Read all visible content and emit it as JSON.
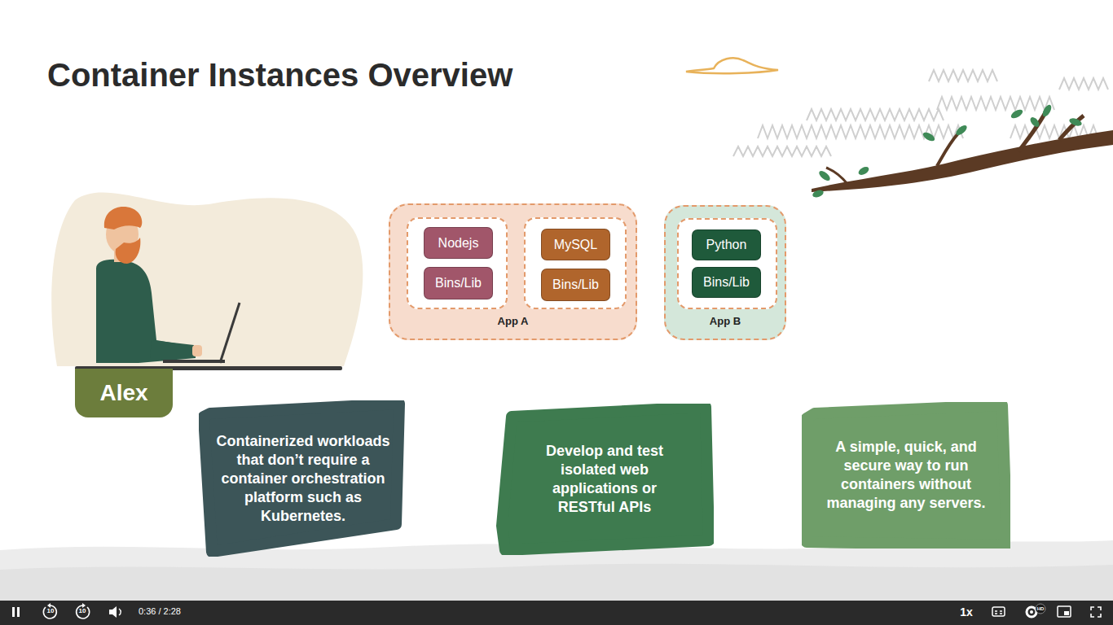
{
  "diagram": {
    "title": "Container Instances Overview",
    "nodes": [
      {
        "text": [
          "App A"
        ]
      },
      {
        "text": [
          "Nodejs"
        ],
        "in": 0
      },
      {
        "text": [
          "Bins/Lib"
        ],
        "in": 0
      },
      {
        "text": [
          "MySQL"
        ],
        "in": 0
      },
      {
        "text": [
          "Bins/Lib"
        ],
        "in": 0
      },
      {
        "text": [
          "App B"
        ]
      },
      {
        "text": [
          "Python"
        ],
        "in": 5
      },
      {
        "text": [
          "Bins/Lib"
        ],
        "in": 5
      },
      {
        "text": [
          "Alex"
        ]
      },
      {
        "text": [
          "Containerized workloads that don’t require a container orchestration platform such as Kubernetes."
        ]
      },
      {
        "text": [
          "Develop and test isolated web applications or RESTful APIs"
        ]
      },
      {
        "text": [
          "A simple, quick, and secure way to run containers without managing any servers."
        ]
      }
    ],
    "labels": [
      "10",
      "10",
      "0:36 / 2:28",
      "1x",
      "HD"
    ]
  }
}
